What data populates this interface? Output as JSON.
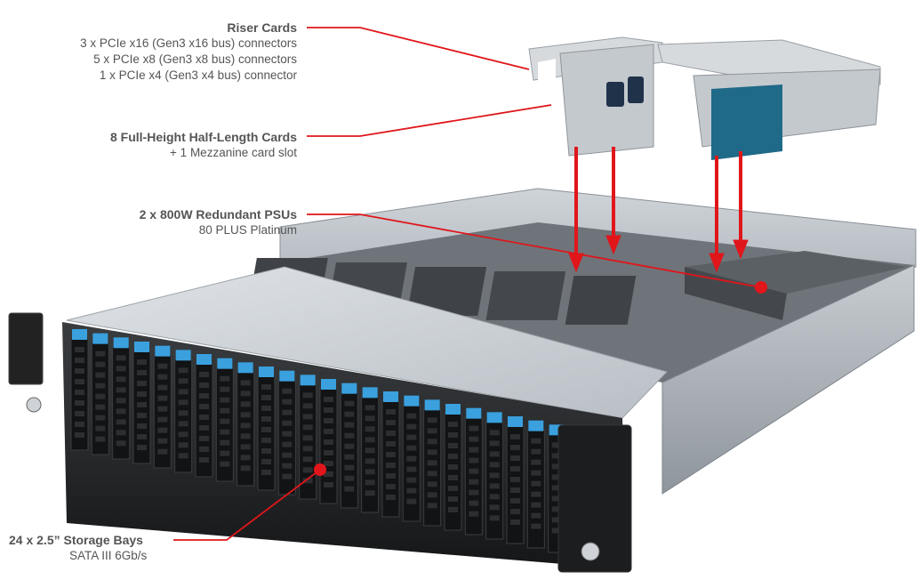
{
  "callouts": {
    "riser": {
      "title": "Riser Cards",
      "lines": [
        "3 x PCIe x16 (Gen3 x16 bus) connectors",
        "5 x PCIe x8 (Gen3 x8 bus) connectors",
        "1 x PCIe x4 (Gen3 x4 bus) connector"
      ]
    },
    "cards": {
      "title": "8 Full-Height Half-Length Cards",
      "lines": [
        "+ 1 Mezzanine card slot"
      ]
    },
    "psu": {
      "title": "2 x 800W Redundant PSUs",
      "lines": [
        "80 PLUS Platinum"
      ]
    },
    "storage": {
      "title": "24 x 2.5” Storage Bays",
      "lines": [
        "SATA III 6Gb/s"
      ]
    }
  },
  "colors": {
    "accent": "#e0161b",
    "drive_tab": "#3aa0de",
    "chassis": "#9aa0a6"
  }
}
